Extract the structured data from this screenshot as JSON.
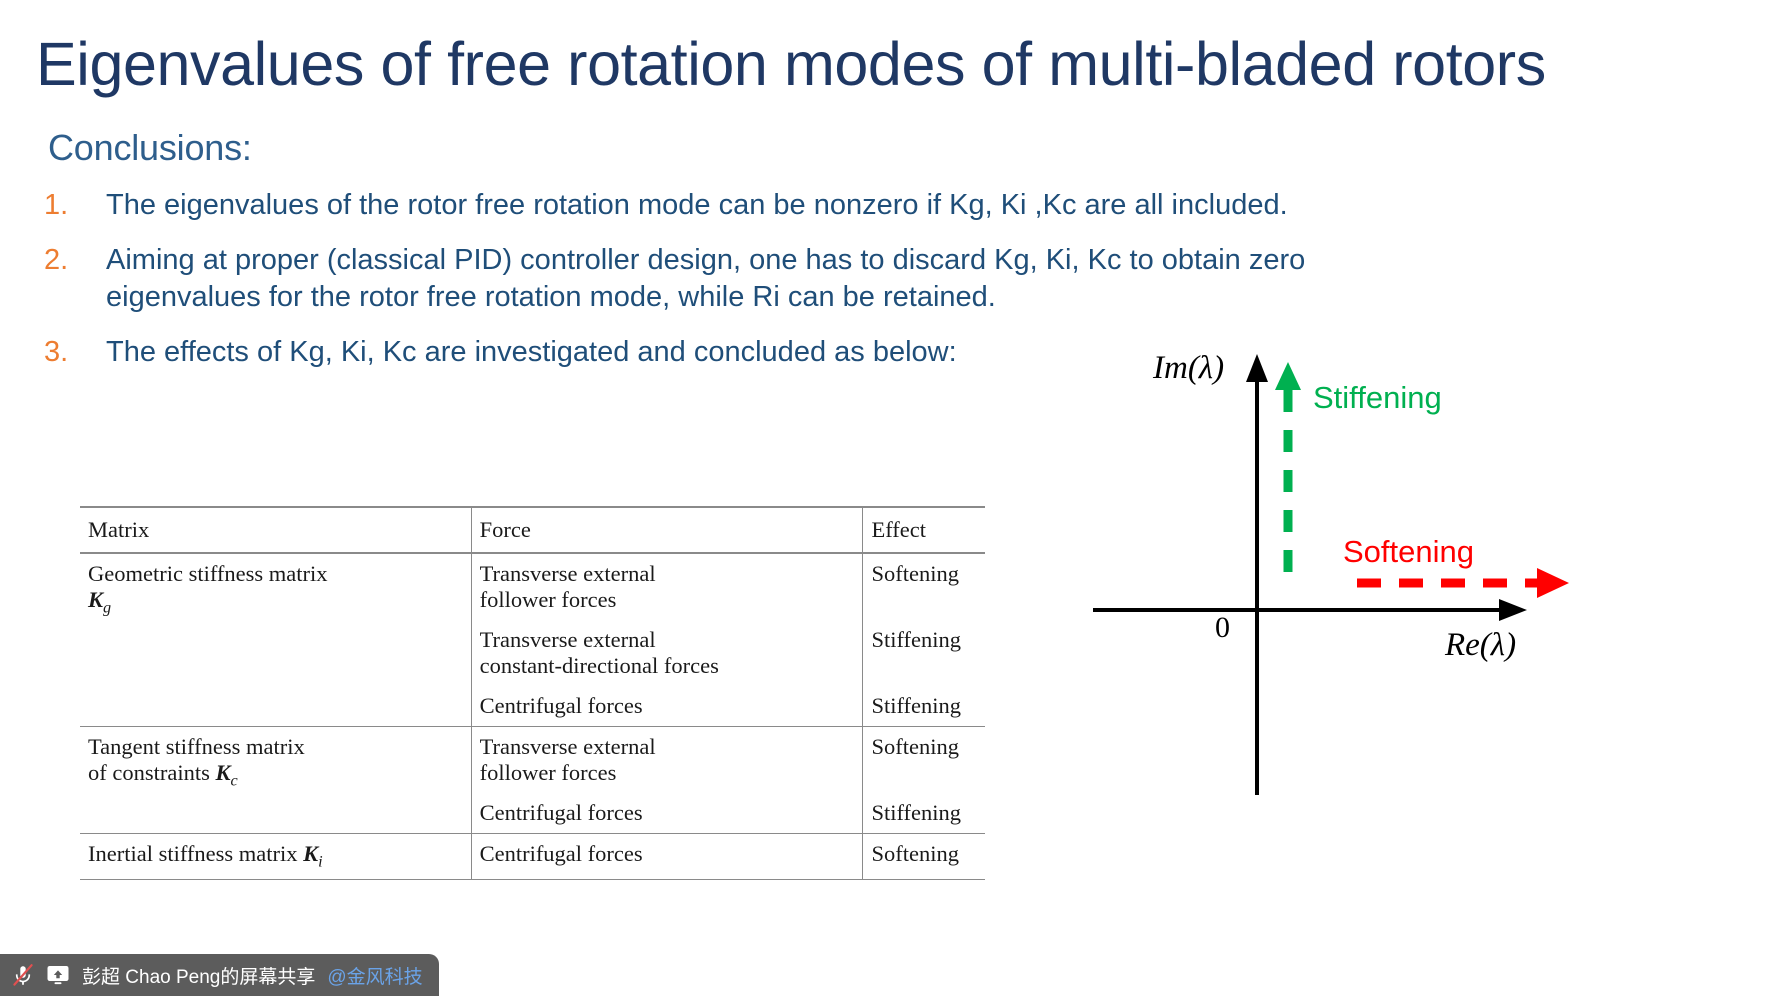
{
  "title": "Eigenvalues of free rotation modes of multi-bladed rotors",
  "conclusions_heading": "Conclusions:",
  "bullets": [
    {
      "num": "1.",
      "text": "The eigenvalues of the rotor free rotation mode can be nonzero if Kg, Ki ,Kc are all included."
    },
    {
      "num": "2.",
      "text": "Aiming at proper (classical PID) controller design, one has to discard Kg, Ki, Kc to obtain zero eigenvalues for the rotor free rotation mode, while Ri can be retained."
    },
    {
      "num": "3.",
      "text": "The effects of Kg, Ki, Kc are investigated and concluded as below:"
    }
  ],
  "table": {
    "headers": [
      "Matrix",
      "Force",
      "Effect"
    ],
    "rows": [
      {
        "matrix_line1": "Geometric stiffness matrix",
        "matrix_symbol": "K",
        "matrix_subscript": "g",
        "entries": [
          {
            "force_line1": "Transverse external",
            "force_line2": "follower forces",
            "effect": "Softening"
          },
          {
            "force_line1": "Transverse external",
            "force_line2": "constant-directional forces",
            "effect": "Stiffening"
          },
          {
            "force_line1": "Centrifugal forces",
            "force_line2": "",
            "effect": "Stiffening"
          }
        ]
      },
      {
        "matrix_line1": "Tangent stiffness matrix",
        "matrix_line2": "of constraints",
        "matrix_symbol": "K",
        "matrix_subscript": "c",
        "entries": [
          {
            "force_line1": "Transverse external",
            "force_line2": "follower forces",
            "effect": "Softening"
          },
          {
            "force_line1": "Centrifugal forces",
            "force_line2": "",
            "effect": "Stiffening"
          }
        ]
      },
      {
        "matrix_line1": "Inertial stiffness matrix",
        "matrix_symbol": "K",
        "matrix_subscript": "i",
        "entries": [
          {
            "force_line1": "Centrifugal forces",
            "force_line2": "",
            "effect": "Softening"
          }
        ]
      }
    ]
  },
  "diagram": {
    "imaginary_axis_label": "Im(λ)",
    "real_axis_label": "Re(λ)",
    "origin_label": "0",
    "stiffening_label": "Stiffening",
    "softening_label": "Softening",
    "stiffening_color": "#00B050",
    "softening_color": "#FF0000",
    "axis_color": "#000000"
  },
  "status_bar": {
    "mic_icon": "microphone-muted-icon",
    "share_icon": "screen-share-icon",
    "text": "彭超 Chao Peng的屏幕共享",
    "org": "@金风科技",
    "background": "#5c5c5c"
  },
  "colors": {
    "title": "#1F3864",
    "body_text": "#1F4E79",
    "bullet_number": "#ED7D31",
    "heading": "#2E5E8C"
  }
}
